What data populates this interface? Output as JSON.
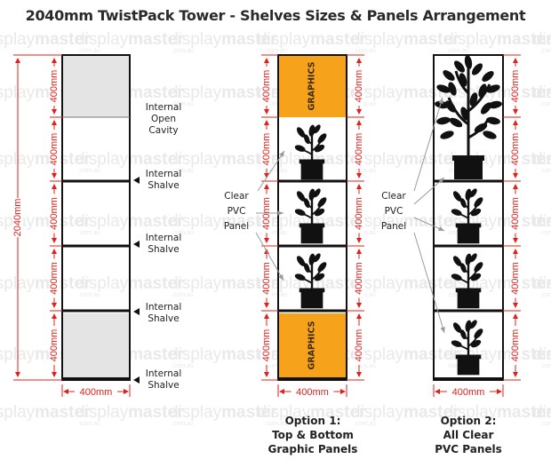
{
  "title": "2040mm TwistPack Tower - Shelves Sizes & Panels Arrangement",
  "watermark": {
    "word_light": "display",
    "word_bold": "master",
    "sub": ".com.au"
  },
  "colors": {
    "dimension_red": "#e0201b",
    "graphics_orange": "#f7a21b",
    "frame_black": "#111111",
    "cavity_grey": "#e4e4e4",
    "pointer_grey": "#9a9a9a",
    "watermark_grey": "#e9e9e9"
  },
  "dimensions": {
    "section_height": "400mm",
    "total_height": "2040mm",
    "width": "400mm"
  },
  "labels": {
    "internal_open_cavity": [
      "Internal",
      "Open",
      "Cavity"
    ],
    "internal_shalve": [
      "Internal",
      "Shalve"
    ],
    "clear_pvc_panel": [
      "Clear",
      "PVC",
      "Panel"
    ],
    "graphics": "GRAPHICS"
  },
  "options": [
    {
      "lines": [
        "Option 1:",
        "Top & Bottom",
        "Graphic Panels"
      ]
    },
    {
      "lines": [
        "Option 2:",
        "All Clear",
        "PVC Panels"
      ]
    }
  ],
  "icons": [
    "plant-pot-icon",
    "tree-pot-icon"
  ]
}
